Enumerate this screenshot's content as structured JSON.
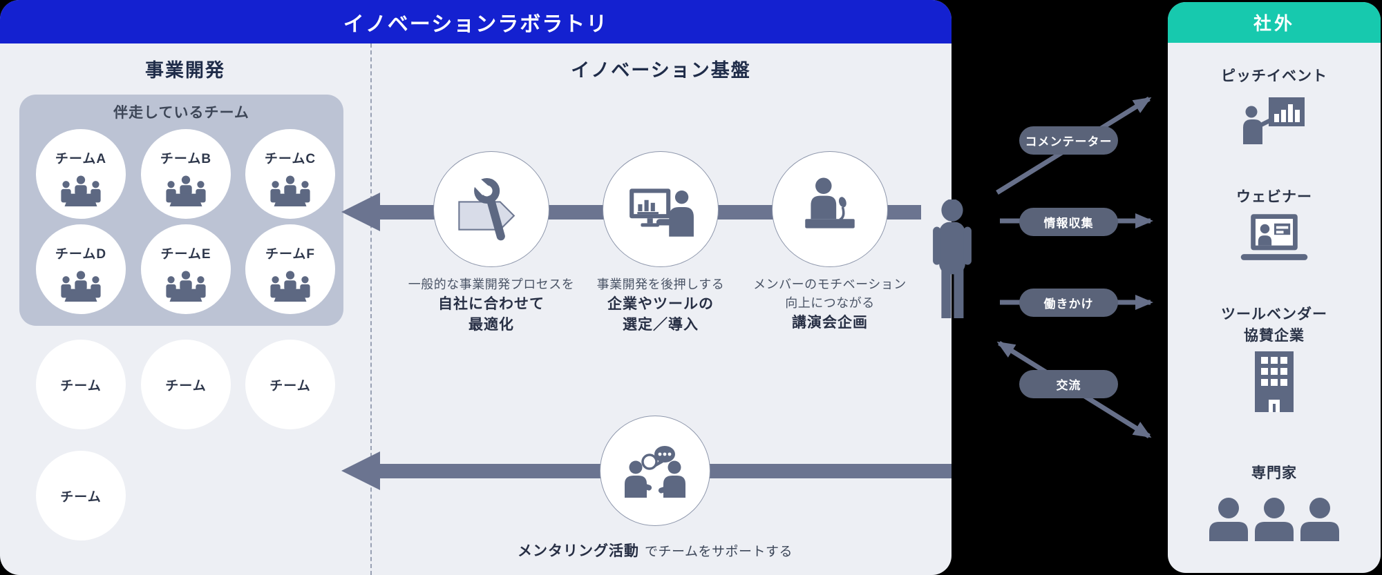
{
  "colors": {
    "background": "#000000",
    "panel_bg": "#edeff4",
    "header_blue": "#1421d0",
    "header_teal": "#17c9ae",
    "box_gray": "#bcc3d4",
    "slate": "#5d6882",
    "bar": "#6b7490",
    "pill": "#5a6379",
    "heading_text": "#1f2c49",
    "caption_regular": "#4a5466",
    "caption_bold": "#272f44"
  },
  "main_panel": {
    "title": "イノベーションラボラトリ",
    "left": {
      "heading": "事業開発",
      "box_label": "伴走しているチーム",
      "accompanied_teams": [
        "チームA",
        "チームB",
        "チームC",
        "チームD",
        "チームE",
        "チームF"
      ],
      "team_icon": "meeting-table-icon",
      "other_teams": [
        "チーム",
        "チーム",
        "チーム",
        "チーム"
      ]
    },
    "right": {
      "heading": "イノベーション基盤",
      "steps": [
        {
          "icon": "wrench-process-icon",
          "line1": "一般的な事業開発プロセスを",
          "line2": "自社に合わせて",
          "line3": "最適化"
        },
        {
          "icon": "monitor-person-icon",
          "line1": "事業開発を後押しする",
          "line2": "企業やツールの",
          "line3": "選定／導入"
        },
        {
          "icon": "podium-speaker-icon",
          "line1": "メンバーのモチベーション",
          "line2": "向上につながる",
          "line3": "講演会企画"
        }
      ],
      "mentoring": {
        "icon": "discussion-icon",
        "bold": "メンタリング活動",
        "rest": "でチームをサポートする"
      }
    }
  },
  "connections": {
    "person_icon": "standing-person-icon",
    "pills": [
      {
        "label": "コメンテーター",
        "direction": "arrow-up-right"
      },
      {
        "label": "情報収集",
        "direction": "arrow-right"
      },
      {
        "label": "働きかけ",
        "direction": "arrow-right"
      },
      {
        "label": "交流",
        "direction": "arrow-both-diagonal"
      }
    ]
  },
  "external": {
    "title": "社外",
    "items": [
      {
        "label": "ピッチイベント",
        "icon": "pitch-presentation-icon"
      },
      {
        "label": "ウェビナー",
        "icon": "webinar-laptop-icon"
      },
      {
        "label": "ツールベンダー",
        "label2": "協賛企業",
        "icon": "company-building-icon"
      },
      {
        "label": "専門家",
        "icon": "experts-icon"
      }
    ]
  }
}
